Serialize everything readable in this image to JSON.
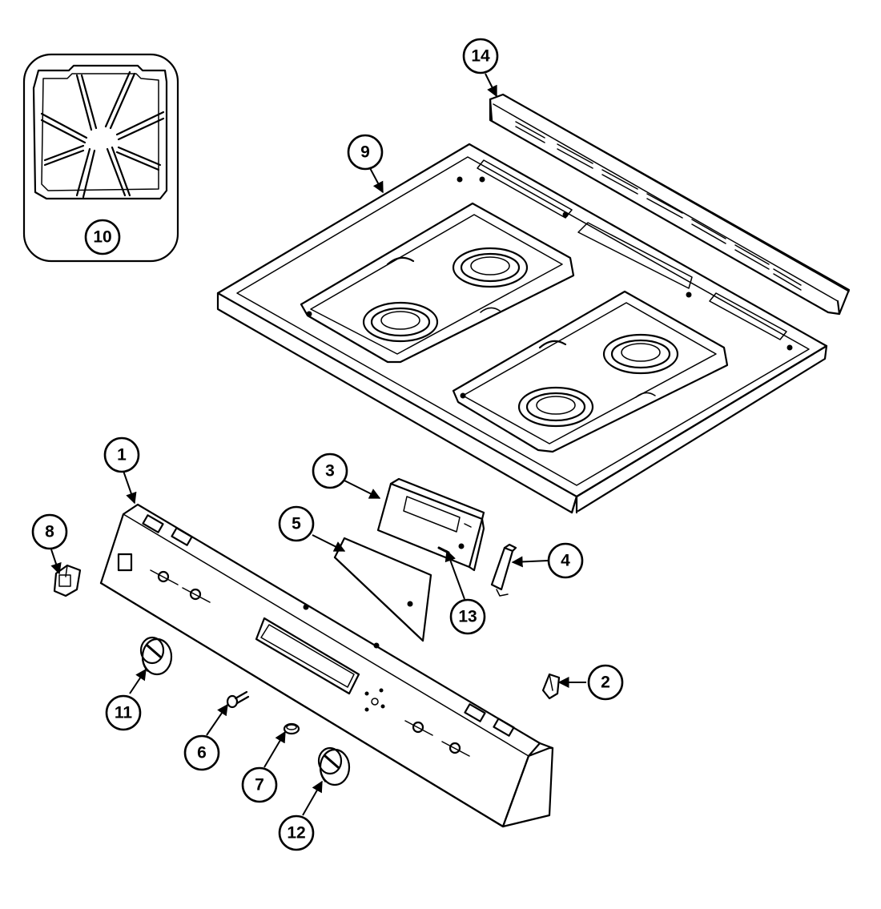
{
  "callouts": [
    {
      "key": "c1",
      "label": "1"
    },
    {
      "key": "c2",
      "label": "2"
    },
    {
      "key": "c3",
      "label": "3"
    },
    {
      "key": "c4",
      "label": "4"
    },
    {
      "key": "c5",
      "label": "5"
    },
    {
      "key": "c6",
      "label": "6"
    },
    {
      "key": "c7",
      "label": "7"
    },
    {
      "key": "c8",
      "label": "8"
    },
    {
      "key": "c9",
      "label": "9"
    },
    {
      "key": "c10",
      "label": "10"
    },
    {
      "key": "c11",
      "label": "11"
    },
    {
      "key": "c12",
      "label": "12"
    },
    {
      "key": "c13",
      "label": "13"
    },
    {
      "key": "c14",
      "label": "14"
    }
  ]
}
